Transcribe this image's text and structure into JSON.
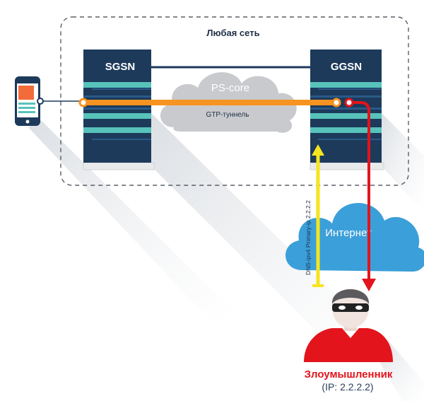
{
  "network": {
    "title": "Любая сеть"
  },
  "nodes": {
    "sgsn": "SGSN",
    "ggsn": "GGSN",
    "core": "PS-core",
    "tunnel": "GTP-туннель",
    "internet": "Интернет"
  },
  "dns": {
    "label": "DNS-ipv4 Primary-ip 2.2.2.2"
  },
  "attacker": {
    "label": "Злоумышленник",
    "ip": "(IP: 2.2.2.2)"
  },
  "colors": {
    "dark_blue": "#1d3a5b",
    "teal": "#57c3ba",
    "tunnel_orange": "#f79321",
    "malicious_red": "#e3141b",
    "dns_yellow": "#f5e51e",
    "cloud_grey": "#c8cacd",
    "cloud_blue": "#3b9fd9",
    "phone_orange": "#f26c3a",
    "frame_grey": "#5a5f66"
  }
}
